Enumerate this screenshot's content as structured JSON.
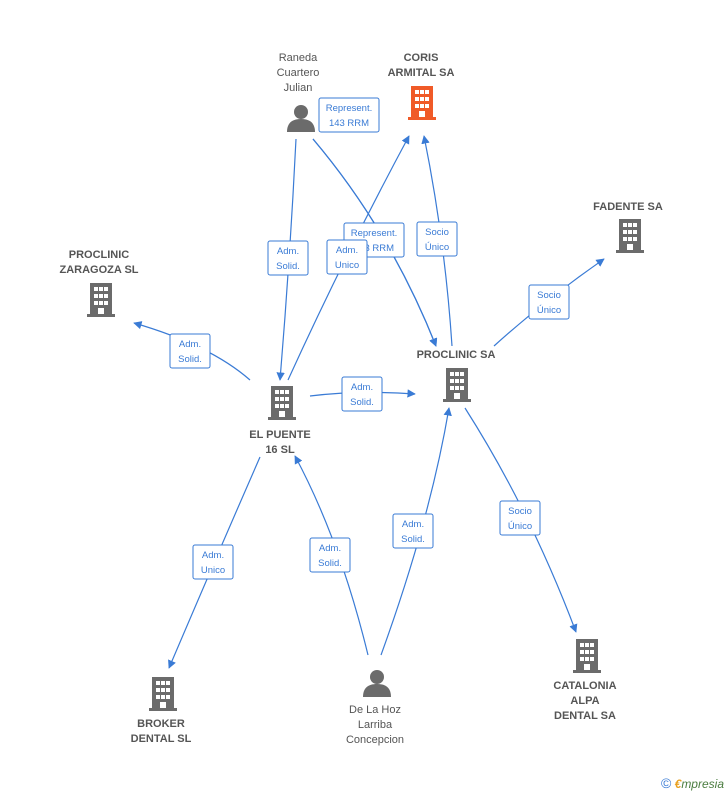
{
  "colors": {
    "edge": "#3a7bd5",
    "building": "#6b6b6b",
    "building_highlight": "#f05a28",
    "person": "#6b6b6b",
    "text": "#555555"
  },
  "nodes": [
    {
      "id": "raneda",
      "type": "person",
      "icon": "person-icon",
      "label": [
        "Raneda",
        "Cuartero",
        "Julian"
      ]
    },
    {
      "id": "coris",
      "type": "company",
      "icon": "building-icon",
      "highlight": true,
      "label": [
        "CORIS",
        "ARMITAL SA"
      ]
    },
    {
      "id": "fadente",
      "type": "company",
      "icon": "building-icon",
      "label": [
        "FADENTE SA"
      ]
    },
    {
      "id": "proclinic_zaragoza",
      "type": "company",
      "icon": "building-icon",
      "label": [
        "PROCLINIC",
        "ZARAGOZA SL"
      ]
    },
    {
      "id": "proclinic",
      "type": "company",
      "icon": "building-icon",
      "label": [
        "PROCLINIC SA"
      ]
    },
    {
      "id": "el_puente",
      "type": "company",
      "icon": "building-icon",
      "label": [
        "EL PUENTE",
        "16 SL"
      ]
    },
    {
      "id": "broker",
      "type": "company",
      "icon": "building-icon",
      "label": [
        "BROKER",
        "DENTAL SL"
      ]
    },
    {
      "id": "delahoz",
      "type": "person",
      "icon": "person-icon",
      "label": [
        "De La Hoz",
        "Larriba",
        "Concepcion"
      ]
    },
    {
      "id": "catalonia",
      "type": "company",
      "icon": "building-icon",
      "label": [
        "CATALONIA",
        "ALPA",
        "DENTAL SA"
      ]
    }
  ],
  "edges": [
    {
      "from": "raneda",
      "to": "coris",
      "label": [
        "Represent.",
        "143 RRM"
      ]
    },
    {
      "from": "raneda",
      "to": "proclinic",
      "label": [
        "Represent.",
        "143 RRM"
      ]
    },
    {
      "from": "raneda",
      "to": "el_puente",
      "label": [
        "Adm.",
        "Solid."
      ]
    },
    {
      "from": "el_puente",
      "to": "coris",
      "label": [
        "Adm.",
        "Unico"
      ]
    },
    {
      "from": "proclinic",
      "to": "coris",
      "label": [
        "Socio",
        "Único"
      ]
    },
    {
      "from": "proclinic",
      "to": "fadente",
      "label": [
        "Socio",
        "Único"
      ]
    },
    {
      "from": "el_puente",
      "to": "proclinic_zaragoza",
      "label": [
        "Adm.",
        "Solid."
      ]
    },
    {
      "from": "el_puente",
      "to": "proclinic",
      "label": [
        "Adm.",
        "Solid."
      ]
    },
    {
      "from": "el_puente",
      "to": "broker",
      "label": [
        "Adm.",
        "Unico"
      ]
    },
    {
      "from": "delahoz",
      "to": "el_puente",
      "label": [
        "Adm.",
        "Solid."
      ]
    },
    {
      "from": "delahoz",
      "to": "proclinic",
      "label": [
        "Adm.",
        "Solid."
      ]
    },
    {
      "from": "proclinic",
      "to": "catalonia",
      "label": [
        "Socio",
        "Único"
      ]
    }
  ],
  "footer": {
    "copyright_symbol": "©",
    "brand_initial": "€",
    "brand_rest": "mpresia"
  }
}
